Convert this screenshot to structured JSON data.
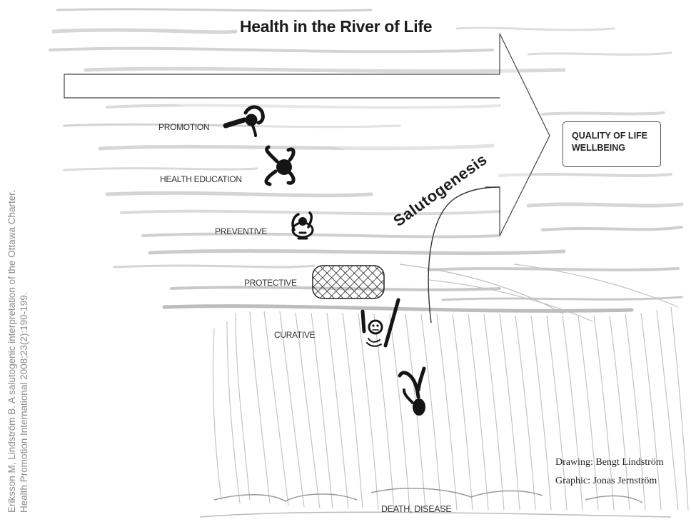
{
  "diagram": {
    "title": "Health in the River of Life",
    "citation": {
      "line1": "Eriksson M, Lindström B. A salutogenic interpretation of the Ottawa Charter.",
      "line2": "Health Promotion International 2008;23(2):190-199."
    },
    "stages": {
      "promotion": "PROMOTION",
      "health_education": "HEALTH EDUCATION",
      "preventive": "PREVENTIVE",
      "protective": "PROTECTIVE",
      "curative": "CURATIVE"
    },
    "salutogenesis": "Salutogenesis",
    "outcome": {
      "line1": "QUALITY OF LIFE",
      "line2": "WELLBEING"
    },
    "bottom_label": "DEATH, DISEASE",
    "credits": {
      "drawing": "Drawing: Bengt Lindström",
      "graphic": "Graphic: Jonas Jernström"
    }
  }
}
